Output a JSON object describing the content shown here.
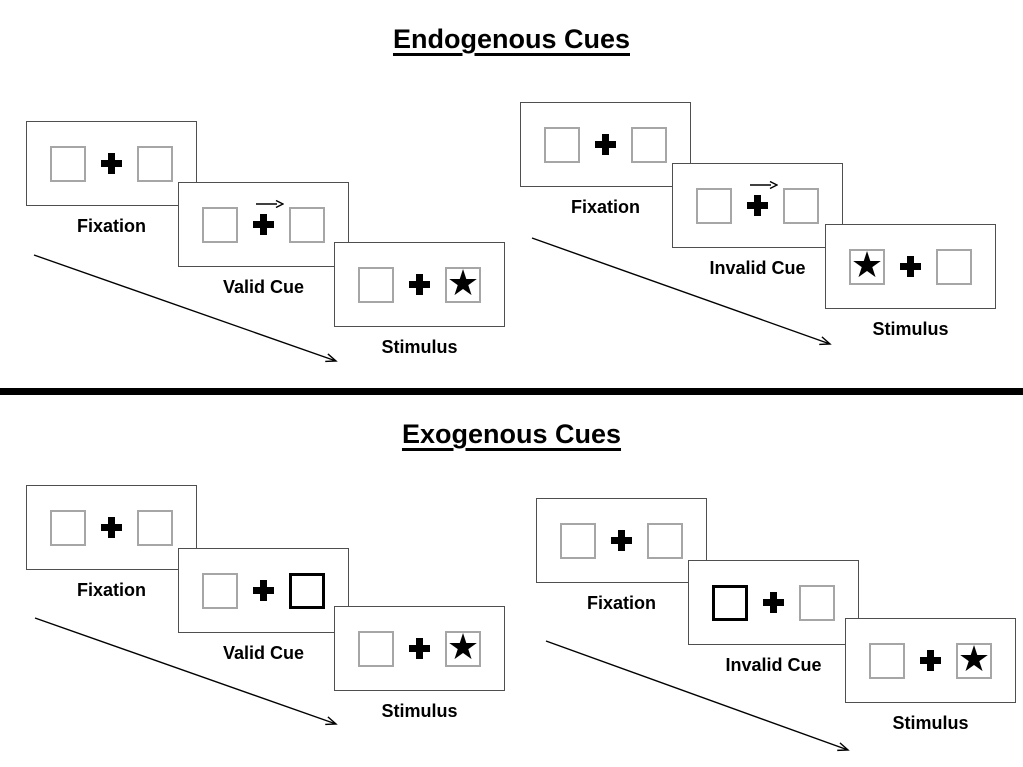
{
  "sections": [
    {
      "id": "endogenous",
      "title": "Endogenous Cues",
      "cue_type": "central arrow above fixation cross",
      "trials": [
        {
          "validity": "valid",
          "steps": [
            {
              "label": "Fixation",
              "left_box": "empty",
              "right_box": "empty",
              "cue": "none"
            },
            {
              "label": "Valid Cue",
              "left_box": "empty",
              "right_box": "empty",
              "cue": "right-pointing arrow above fixation cross"
            },
            {
              "label": "Stimulus",
              "left_box": "empty",
              "right_box": "star",
              "cue": "none"
            }
          ]
        },
        {
          "validity": "invalid",
          "steps": [
            {
              "label": "Fixation",
              "left_box": "empty",
              "right_box": "empty",
              "cue": "none"
            },
            {
              "label": "Invalid Cue",
              "left_box": "empty",
              "right_box": "empty",
              "cue": "right-pointing arrow above fixation cross"
            },
            {
              "label": "Stimulus",
              "left_box": "star",
              "right_box": "empty",
              "cue": "none"
            }
          ]
        }
      ]
    },
    {
      "id": "exogenous",
      "title": "Exogenous Cues",
      "cue_type": "peripheral box highlighted with bold outline",
      "trials": [
        {
          "validity": "valid",
          "steps": [
            {
              "label": "Fixation",
              "left_box": "empty",
              "right_box": "empty",
              "cue": "none"
            },
            {
              "label": "Valid Cue",
              "left_box": "empty",
              "right_box": "bold-outline",
              "cue": "right box bold"
            },
            {
              "label": "Stimulus",
              "left_box": "empty",
              "right_box": "star",
              "cue": "none"
            }
          ]
        },
        {
          "validity": "invalid",
          "steps": [
            {
              "label": "Fixation",
              "left_box": "empty",
              "right_box": "empty",
              "cue": "none"
            },
            {
              "label": "Invalid Cue",
              "left_box": "bold-outline",
              "right_box": "empty",
              "cue": "left box bold"
            },
            {
              "label": "Stimulus",
              "left_box": "empty",
              "right_box": "star",
              "cue": "none"
            }
          ]
        }
      ]
    }
  ],
  "symbols": {
    "target_star": "★"
  },
  "colors": {
    "panel_border": "#4f4f4f",
    "box_border": "#a6a6a6",
    "ink": "#000000",
    "divider": "#000000",
    "background": "#ffffff"
  }
}
